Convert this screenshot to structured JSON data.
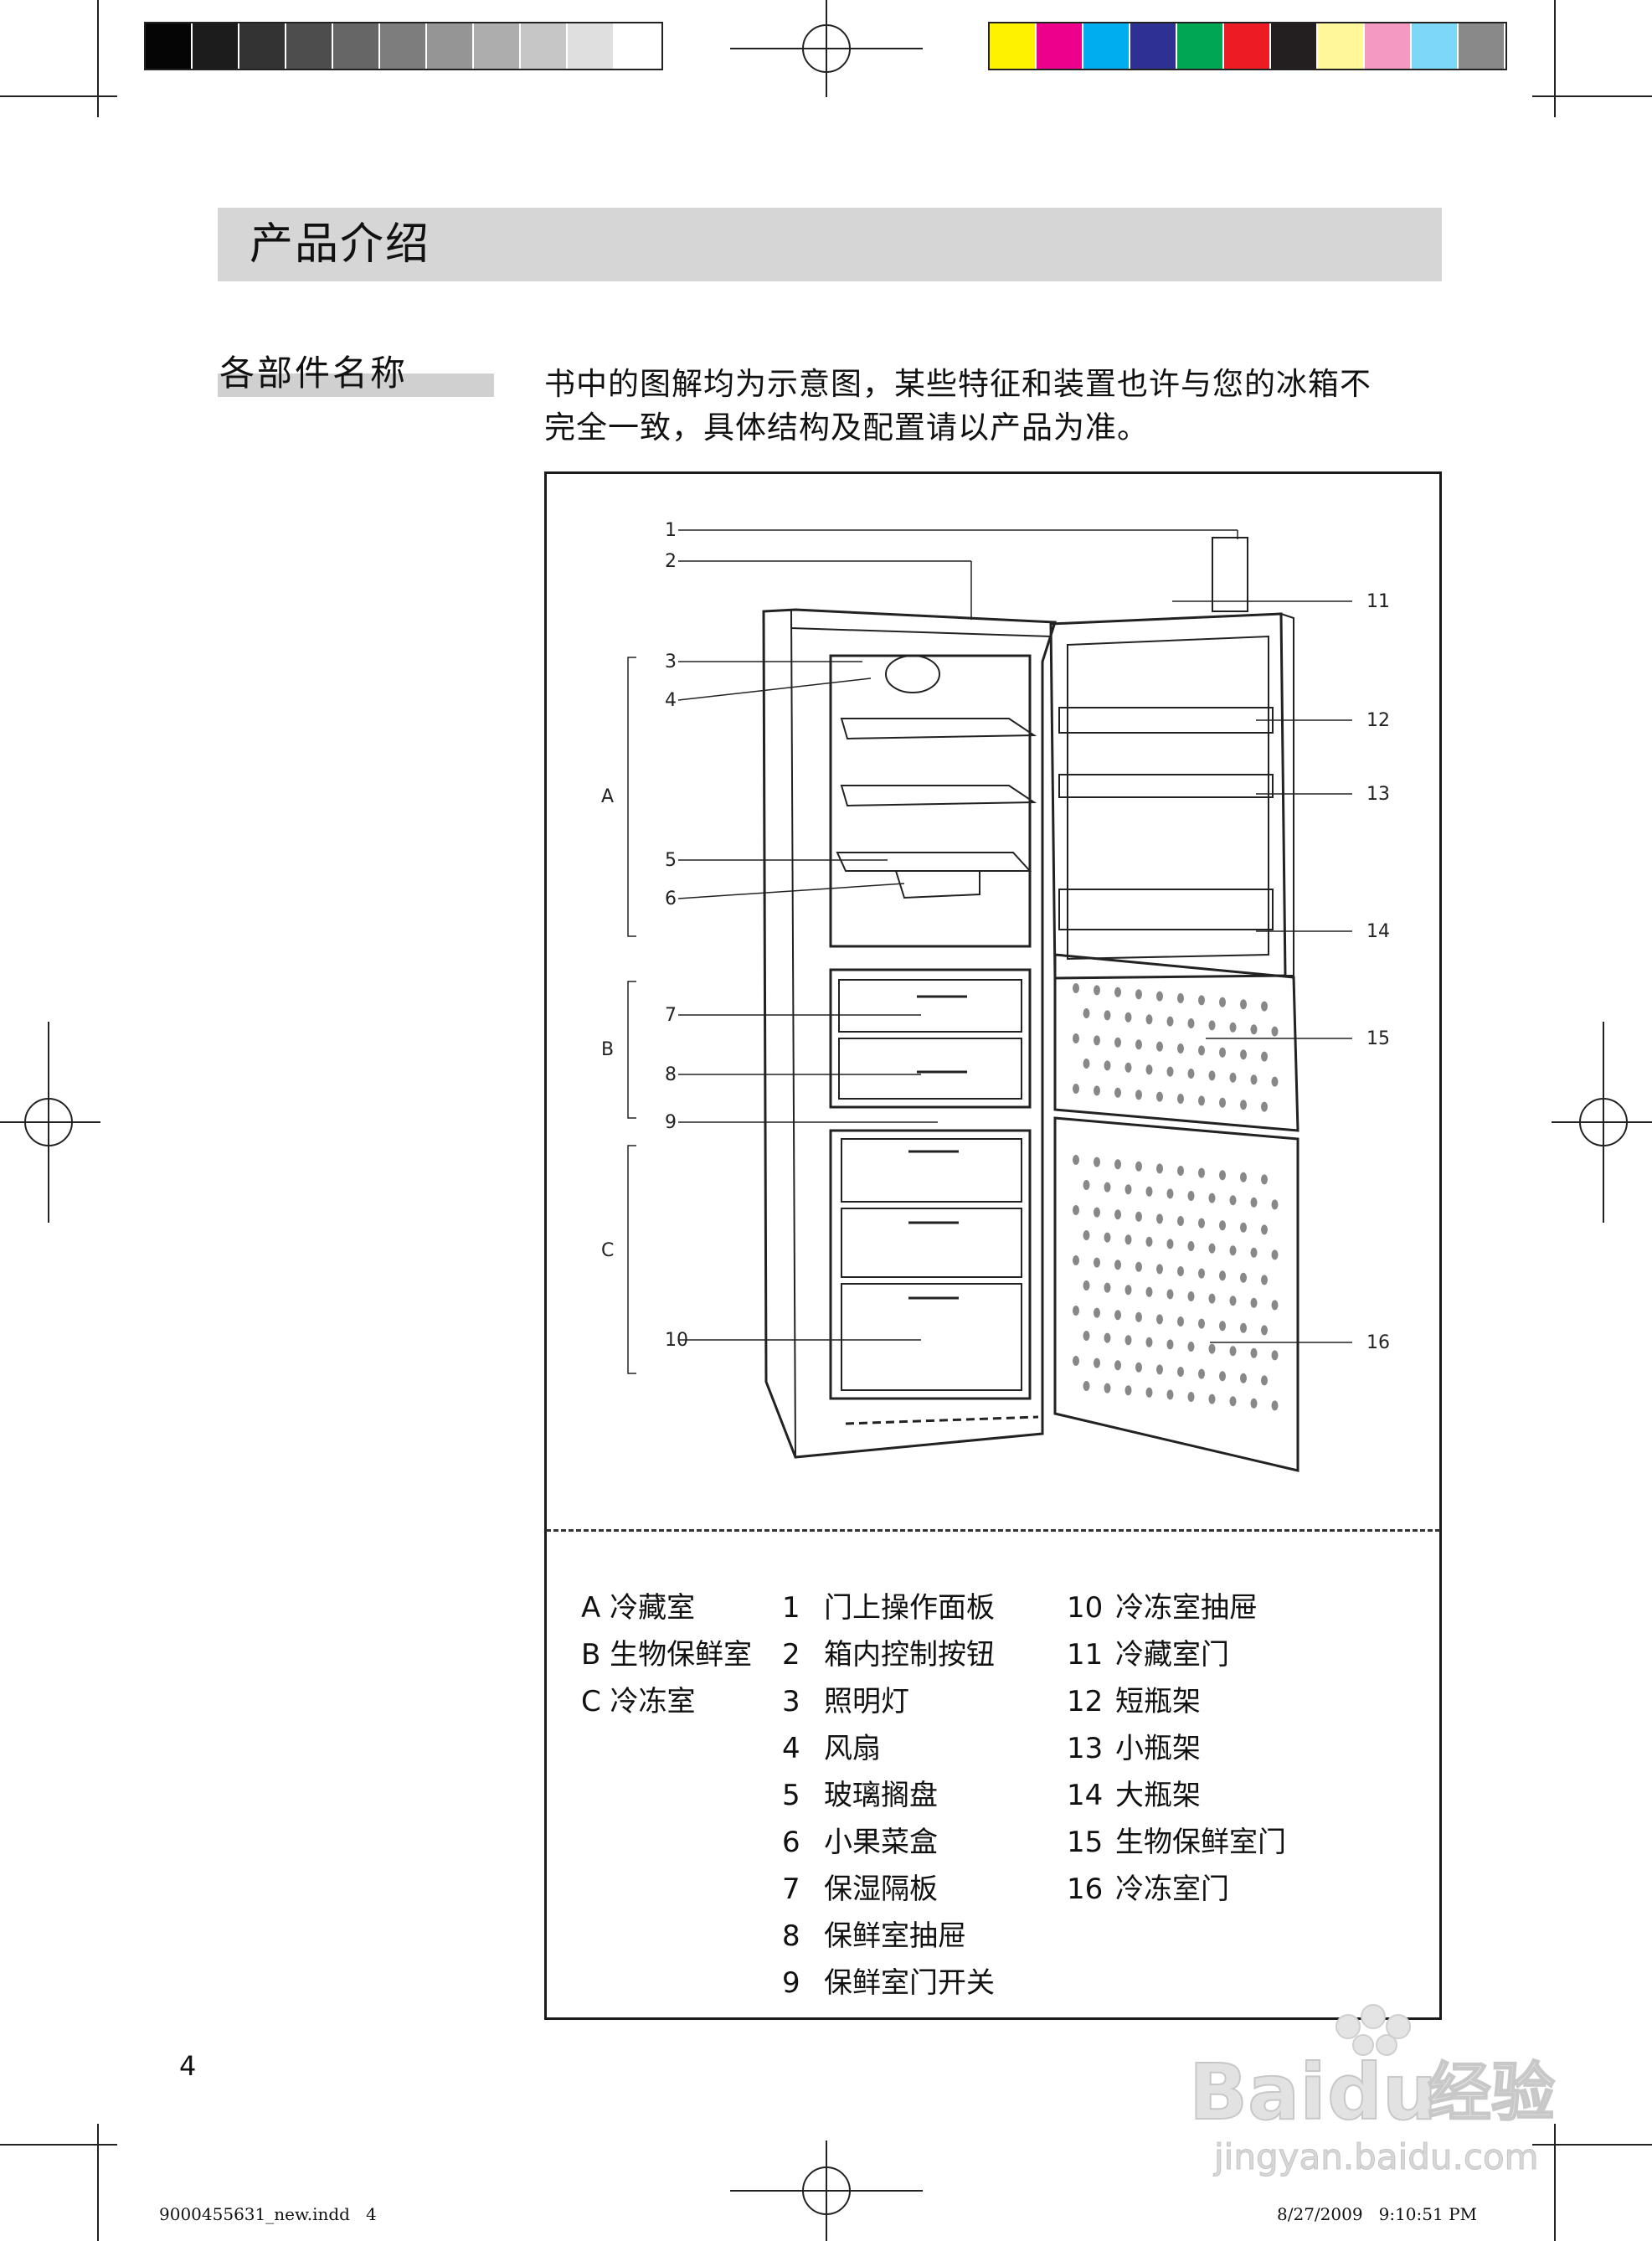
{
  "colors": {
    "grayscale_swatches": [
      "#050505",
      "#1c1c1c",
      "#333333",
      "#4d4d4d",
      "#666666",
      "#7d7d7d",
      "#959595",
      "#adadad",
      "#c6c6c6",
      "#dfdfdf",
      "#ffffff"
    ],
    "color_swatches": [
      "#fff200",
      "#ec008c",
      "#00aeef",
      "#2e3192",
      "#00a651",
      "#ed1c24",
      "#231f20",
      "#fff799",
      "#f49ac1",
      "#7dd8f7",
      "#898989"
    ],
    "header_bar": "#d6d6d6"
  },
  "header": {
    "title": "产品介绍"
  },
  "section": {
    "title": "各部件名称"
  },
  "intro": {
    "line1": "书中的图解均为示意图，某些特征和装置也许与您的冰箱不",
    "line2": "完全一致，具体结构及配置请以产品为准。"
  },
  "figure": {
    "callouts_left": [
      "1",
      "2",
      "3",
      "4",
      "5",
      "6",
      "7",
      "8",
      "9",
      "10"
    ],
    "callouts_right": [
      "11",
      "12",
      "13",
      "14",
      "15",
      "16"
    ],
    "groups": [
      "A",
      "B",
      "C"
    ]
  },
  "legend": {
    "zones": [
      "A 冷藏室",
      "B 生物保鲜室",
      "C 冷冻室"
    ],
    "parts_col1": [
      {
        "num": "1",
        "label": "门上操作面板"
      },
      {
        "num": "2",
        "label": "箱内控制按钮"
      },
      {
        "num": "3",
        "label": "照明灯"
      },
      {
        "num": "4",
        "label": "风扇"
      },
      {
        "num": "5",
        "label": "玻璃搁盘"
      },
      {
        "num": "6",
        "label": "小果菜盒"
      },
      {
        "num": "7",
        "label": "保湿隔板"
      },
      {
        "num": "8",
        "label": "保鲜室抽屉"
      },
      {
        "num": "9",
        "label": "保鲜室门开关"
      }
    ],
    "parts_col2": [
      {
        "num": "10",
        "label": "冷冻室抽屉"
      },
      {
        "num": "11",
        "label": "冷藏室门"
      },
      {
        "num": "12",
        "label": "短瓶架"
      },
      {
        "num": "13",
        "label": "小瓶架"
      },
      {
        "num": "14",
        "label": "大瓶架"
      },
      {
        "num": "15",
        "label": "生物保鲜室门"
      },
      {
        "num": "16",
        "label": "冷冻室门"
      }
    ]
  },
  "page_number": "4",
  "footer": {
    "left": "9000455631_new.indd   4",
    "right": "8/27/2009   9:10:51 PM"
  },
  "watermark": {
    "line1": "Bai",
    "line2": "du",
    "line3": "经验",
    "url": "jingyan.baidu.com"
  }
}
